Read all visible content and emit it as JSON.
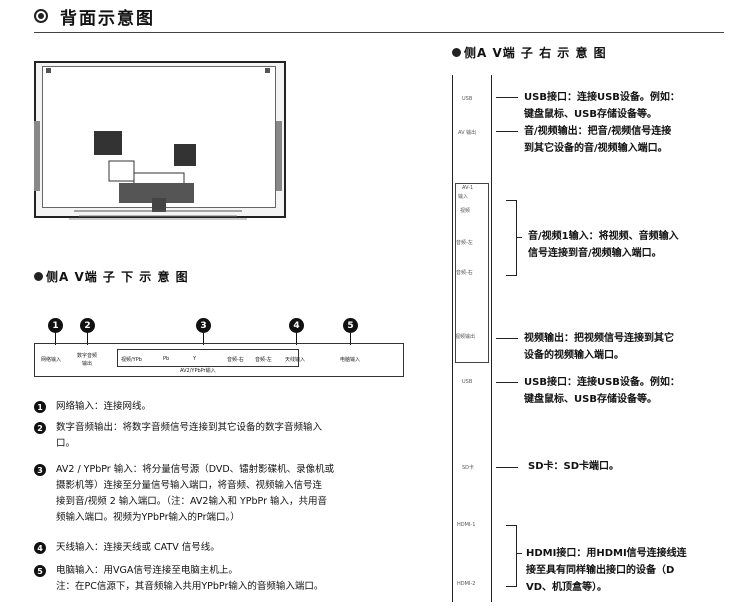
{
  "header": {
    "title": "背面示意图"
  },
  "side_right": {
    "title": "侧A V端 子 右 示 意 图",
    "labels": [
      "USB",
      "AV 输出",
      "AV-1",
      "输入",
      "视频",
      "音频-左",
      "音频-右",
      "视频输出",
      "USB",
      "SD卡",
      "HDMI-1",
      "HDMI-2"
    ],
    "descriptions": {
      "usb1_a": "USB接口：连接USB设备。例如：",
      "usb1_b": "键盘鼠标、USB存储设备等。",
      "av_out_a": "音/视频输出：把音/视频信号连接",
      "av_out_b": "到其它设备的音/视频输入端口。",
      "av_in_a": "音/视频1输入：将视频、音频输入",
      "av_in_b": "信号连接到音/视频输入端口。",
      "video_out_a": "视频输出：把视频信号连接到其它",
      "video_out_b": "设备的视频输入端口。",
      "usb2_a": "USB接口：连接USB设备。例如：",
      "usb2_b": "键盘鼠标、USB存储设备等。",
      "sd": "SD卡：SD卡端口。",
      "hdmi_a": "HDMI接口：用HDMI信号连接线连",
      "hdmi_b": "接至具有同样输出接口的设备（D",
      "hdmi_c": "VD、机顶盒等）。"
    }
  },
  "side_bottom": {
    "title": "侧A V端 子 下 示 意 图",
    "numbers": [
      "1",
      "2",
      "3",
      "4",
      "5"
    ],
    "port_labels": {
      "network": "网络输入",
      "digital_audio_a": "数字音频",
      "digital_audio_b": "输出",
      "video_ypb": "视频/YPb",
      "pb": "Pb",
      "y": "Y",
      "audio_right": "音频-右",
      "audio_left": "音频-左",
      "antenna": "天线输入",
      "pc_audio": "电脑输入",
      "av2": "AV2/YPbPr输入"
    },
    "descriptions": [
      {
        "num": "1",
        "lines": [
          "网络输入：连接网线。"
        ]
      },
      {
        "num": "2",
        "lines": [
          "数字音频输出：将数字音频信号连接到其它设备的数字音频输入",
          "口。"
        ]
      },
      {
        "num": "3",
        "lines": [
          "AV2 / YPbPr 输入：将分量信号源（DVD、镭射影碟机、录像机或",
          "摄影机等）连接至分量信号输入端口，将音频、视频输入信号连",
          "接到音/视频 2 输入端口。（注：AV2输入和 YPbPr 输入，共用音",
          "频输入端口。视频为YPbPr输入的Pr端口。）"
        ]
      },
      {
        "num": "4",
        "lines": [
          "天线输入：连接天线或 CATV 信号线。"
        ]
      },
      {
        "num": "5",
        "lines": [
          "电脑输入：用VGA信号连接至电脑主机上。",
          "注：在PC信源下，其音频输入共用YPbPr输入的音频输入端口。"
        ]
      }
    ]
  },
  "colors": {
    "ink": "#111111",
    "line": "#222222",
    "panel": "#f4f4f4"
  }
}
